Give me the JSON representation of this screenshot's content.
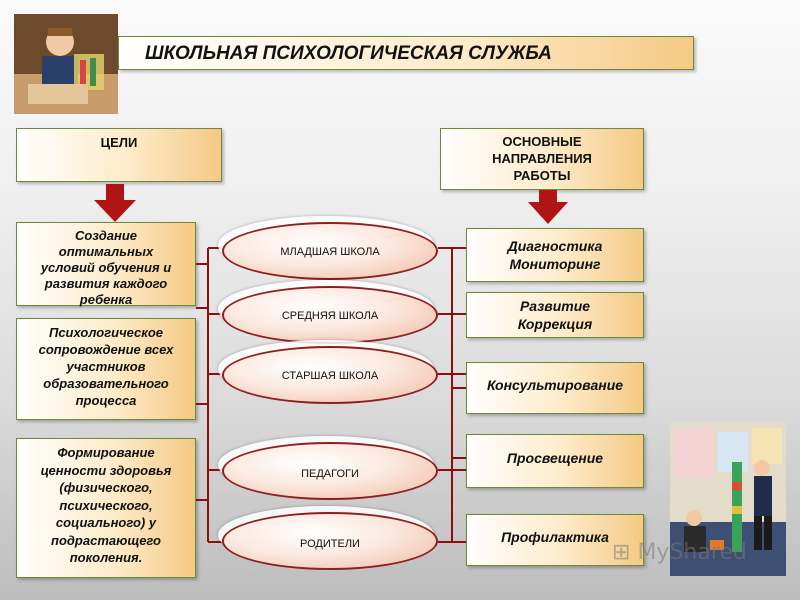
{
  "title": "ШКОЛЬНАЯ ПСИХОЛОГИЧЕСКАЯ СЛУЖБА",
  "goals_header": "ЦЕЛИ",
  "directions_header": [
    "ОСНОВНЫЕ",
    "НАПРАВЛЕНИЯ",
    "РАБОТЫ"
  ],
  "goals": [
    [
      "Создание",
      "оптимальных",
      "условий обучения и",
      "развития каждого",
      "ребенка"
    ],
    [
      "Психологическое",
      "сопровождение всех",
      "участников",
      "образовательного",
      "процесса"
    ],
    [
      "Формирование",
      "ценности здоровья",
      "(физического,",
      "психического,",
      "социального) у",
      "подрастающего",
      "поколения."
    ]
  ],
  "groups": [
    "МЛАДШАЯ ШКОЛА",
    "СРЕДНЯЯ ШКОЛА",
    "СТАРШАЯ ШКОЛА",
    "ПЕДАГОГИ",
    "РОДИТЕЛИ"
  ],
  "directions": [
    [
      "Диагностика",
      "Мониторинг"
    ],
    [
      "Развитие",
      "Коррекция"
    ],
    [
      "Консультирование"
    ],
    [
      "Просвещение"
    ],
    [
      "Профилактика"
    ]
  ],
  "watermark": "MyShared",
  "colors": {
    "connector": "#8b0f0f",
    "box_border": "#6b8a3a",
    "arrow": "#b01515"
  }
}
